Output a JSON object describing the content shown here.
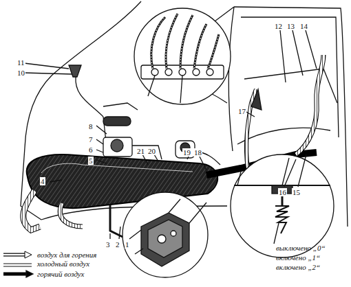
{
  "diagram": {
    "labels": [
      "11",
      "10",
      "8",
      "7",
      "6",
      "5",
      "4",
      "3",
      "2",
      "1",
      "21",
      "20",
      "19",
      "18",
      "17",
      "12",
      "13",
      "14",
      "16",
      "15",
      "выключено „0“",
      "включено „1“",
      "включено „2“"
    ],
    "legend": [
      {
        "text": "воздух для горения"
      },
      {
        "text": "холодный воздух"
      },
      {
        "text": "горячий воздух"
      }
    ]
  }
}
